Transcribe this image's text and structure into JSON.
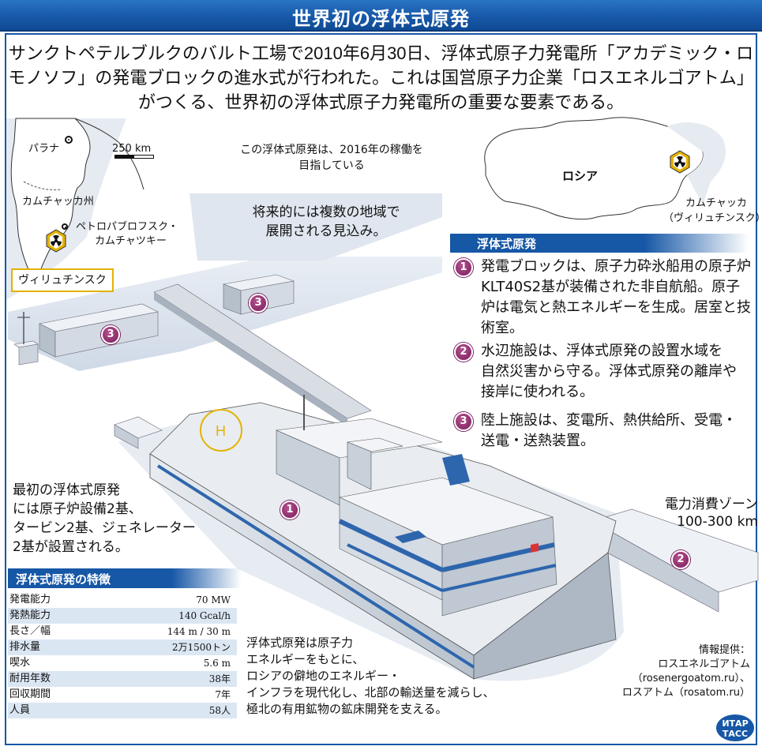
{
  "title": "世界初の浮体式原発",
  "lead": "サンクトペテルブルクのバルト工場で2010年6月30日、浮体式原子力発電所「アカデミック・ロモノソフ」の発電ブロックの進水式が行われた。これは国営原子力企業「ロスエネルゴアトム」がつくる、世界初の浮体式原子力発電所の重要な要素である。",
  "kamchatka_map": {
    "palana": "パラナ",
    "scale": "250 km",
    "region": "カムチャッカ州",
    "petropavlovsk_1": "ペトロパブロフスク・",
    "petropavlovsk_2": "カムチャツキー",
    "vilyuchinsk": "ヴィリュチンスク"
  },
  "russia_map": {
    "country": "ロシア",
    "site_1": "カムチャッカ",
    "site_2": "（ヴィリュチンスク）"
  },
  "notes": {
    "start_1": "この浮体式原発は、2016年の稼働を",
    "start_2": "目指している",
    "future_1": "将来的には複数の地域で",
    "future_2": "展開される見込み。",
    "equip_1": "最初の浮体式原発",
    "equip_2": "には原子炉設備2基、",
    "equip_3": "タービン2基、ジェネレーター",
    "equip_4": "2基が設置される。",
    "zone_1": "電力消費ゾーン",
    "zone_2": "100-300 km",
    "purpose_1": "浮体式原発は原子力",
    "purpose_2": "エネルギーをもとに、",
    "purpose_3": "ロシアの僻地のエネルギー・",
    "purpose_4": "インフラを現代化し、北部の輸送量を減らし、",
    "purpose_5": "極北の有用鉱物の鉱床開発を支える。"
  },
  "legend": {
    "heading": "浮体式原発",
    "items": [
      {
        "num": "1",
        "lines": [
          "発電ブロックは、原子力砕氷船用の原子炉",
          "KLT40S2基が装備された非自航船。原子",
          "炉は電気と熱エネルギーを生成。居室と技",
          "術室。"
        ]
      },
      {
        "num": "2",
        "lines": [
          "水辺施設は、浮体式原発の設置水域を",
          "自然災害から守る。浮体式原発の離岸や",
          "接岸に使われる。"
        ]
      },
      {
        "num": "3",
        "lines": [
          "陸上施設は、変電所、熱供給所、受電・",
          "送電・送熱装置。"
        ]
      }
    ]
  },
  "diagram_markers": {
    "m1": "1",
    "m2": "2",
    "m3a": "3",
    "m3b": "3"
  },
  "specs": {
    "heading": "浮体式原発の特徴",
    "rows": [
      {
        "label": "発電能力",
        "value": "70 MW"
      },
      {
        "label": "発熱能力",
        "value": "140 Gcal/h"
      },
      {
        "label": "長さ／幅",
        "value": "144 m / 30 m"
      },
      {
        "label": "排水量",
        "value": "2万1500トン"
      },
      {
        "label": "喫水",
        "value": "5.6 m"
      },
      {
        "label": "耐用年数",
        "value": "38年"
      },
      {
        "label": "回収期間",
        "value": "7年"
      },
      {
        "label": "人員",
        "value": "58人"
      }
    ]
  },
  "credit": {
    "line1": "情報提供：",
    "line2": "ロスエネルゴアトム",
    "line3": "（rosenergoatom.ru）、",
    "line4": "ロスアトム（rosatom.ru）"
  },
  "agency": {
    "top": "ИТАР",
    "bottom": "ТАСС"
  },
  "colors": {
    "brand_blue": "#1657a6",
    "marker_purple": "#8a2a6c",
    "highlight_yellow": "#e3b200",
    "ice": "#dce4ee"
  }
}
